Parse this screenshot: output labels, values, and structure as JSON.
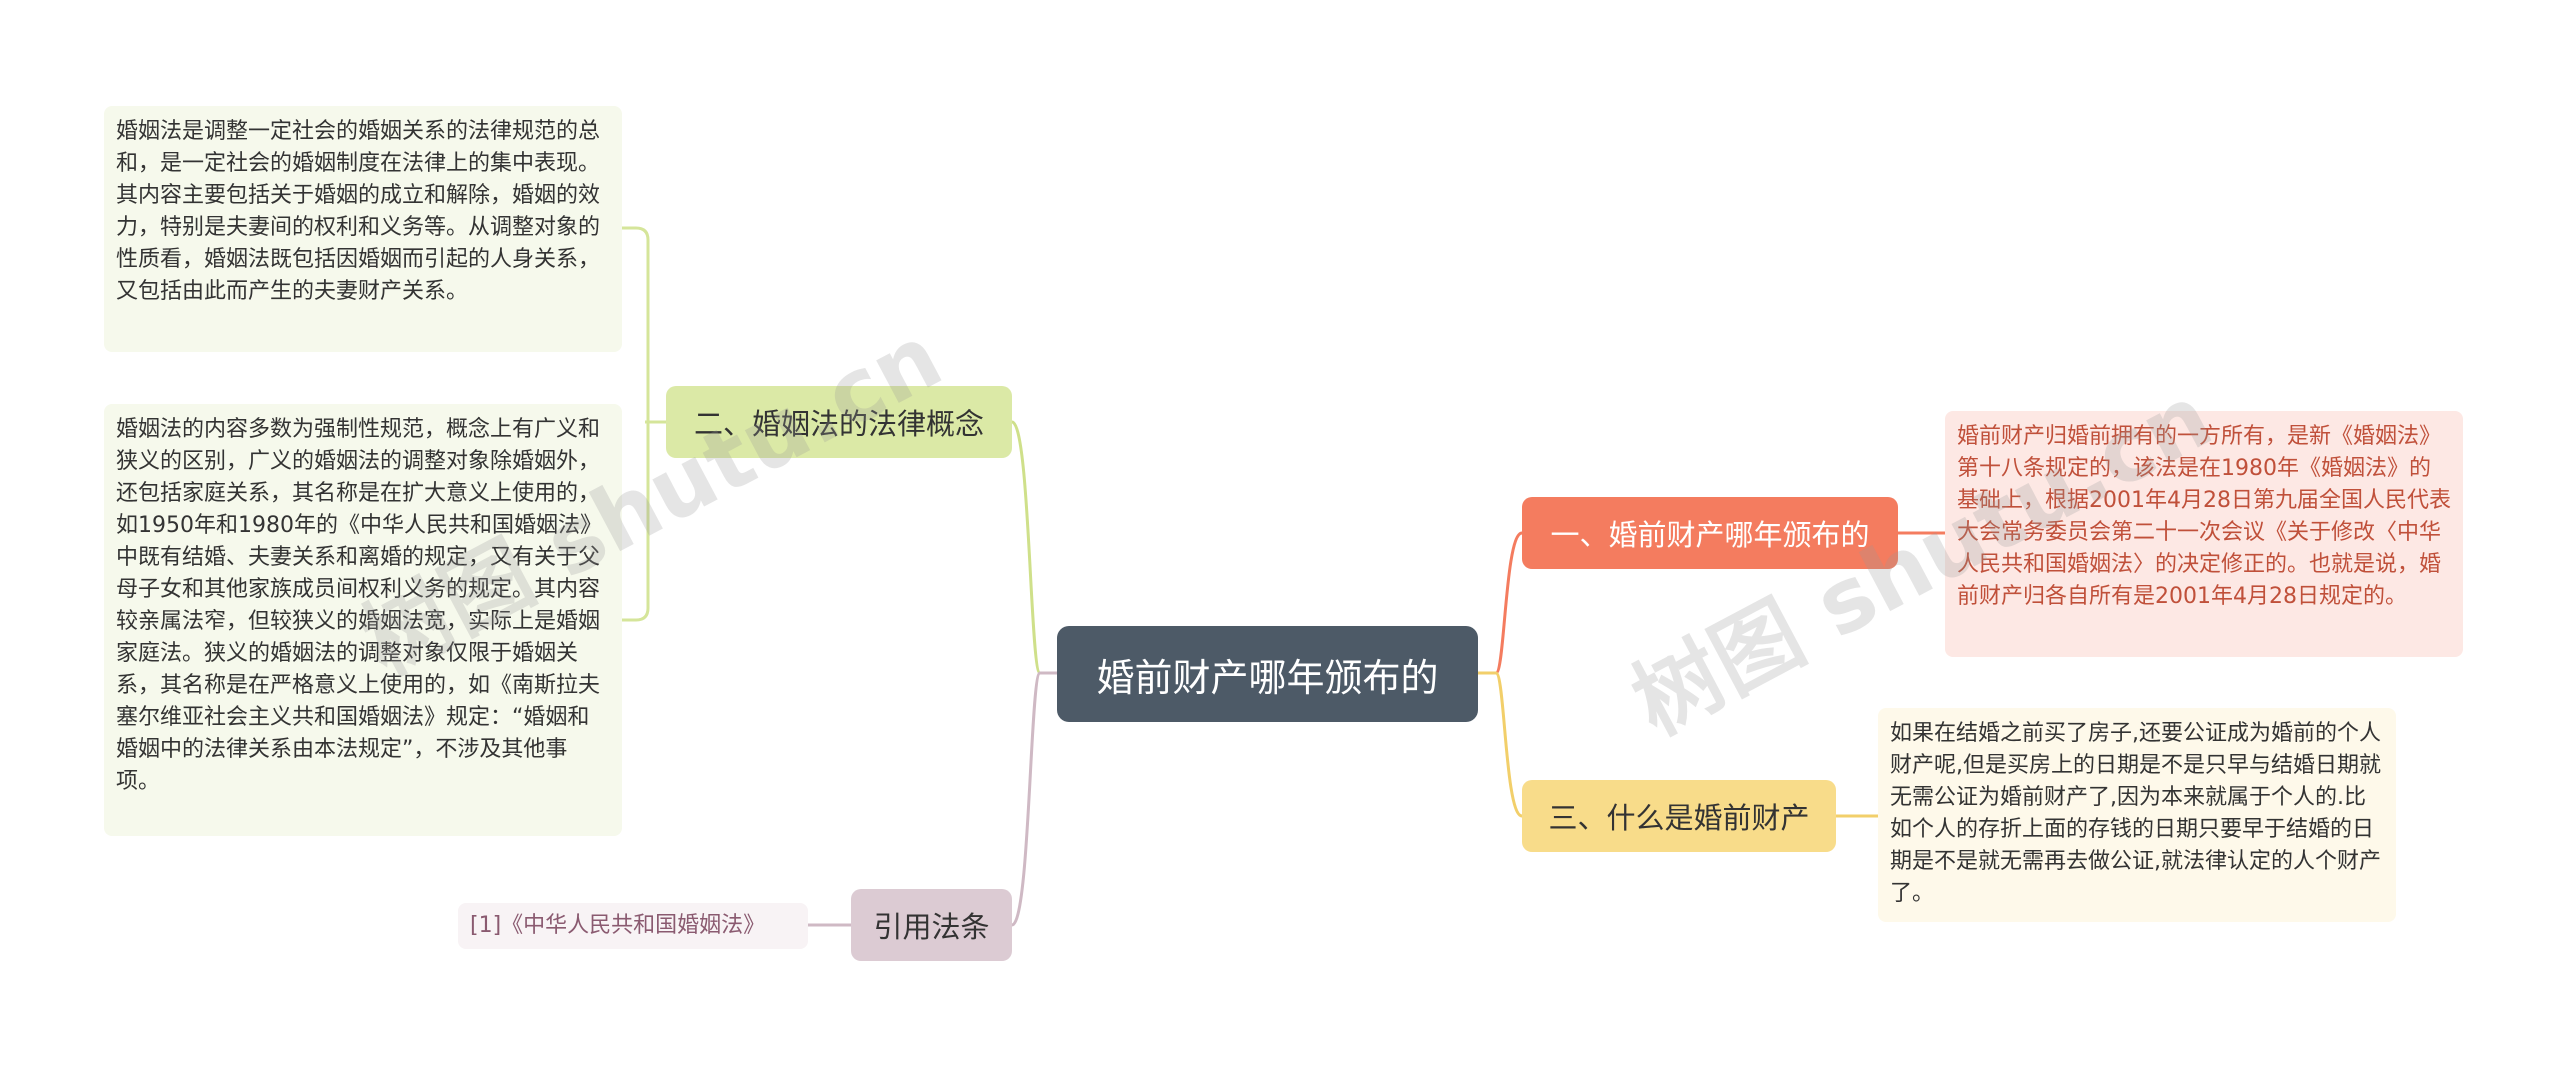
{
  "root": {
    "label": "婚前财产哪年颁布的"
  },
  "branches": {
    "b1": {
      "label": "一、婚前财产哪年颁布的",
      "leaf": "婚前财产归婚前拥有的一方所有，是新《婚姻法》第十八条规定的，该法是在1980年《婚姻法》的基础上，根据2001年4月28日第九届全国人民代表大会常务委员会第二十一次会议《关于修改〈中华人民共和国婚姻法〉的决定修正的。也就是说，婚前财产归各自所有是2001年4月28日规定的。"
    },
    "b2": {
      "label": "二、婚姻法的法律概念",
      "leaf1": "婚姻法是调整一定社会的婚姻关系的法律规范的总和，是一定社会的婚姻制度在法律上的集中表现。其内容主要包括关于婚姻的成立和解除，婚姻的效力，特别是夫妻间的权利和义务等。从调整对象的性质看，婚姻法既包括因婚姻而引起的人身关系，又包括由此而产生的夫妻财产关系。",
      "leaf2": "婚姻法的内容多数为强制性规范，概念上有广义和狭义的区别，广义的婚姻法的调整对象除婚姻外，还包括家庭关系，其名称是在扩大意义上使用的，如1950年和1980年的《中华人民共和国婚姻法》中既有结婚、夫妻关系和离婚的规定，又有关于父母子女和其他家族成员间权利义务的规定。其内容较亲属法窄，但较狭义的婚姻法宽，实际上是婚姻家庭法。狭义的婚姻法的调整对象仅限于婚姻关系，其名称是在严格意义上使用的，如《南斯拉夫塞尔维亚社会主义共和国婚姻法》规定：“婚姻和婚姻中的法律关系由本法规定”，不涉及其他事项。"
    },
    "b3": {
      "label": "三、什么是婚前财产",
      "leaf": "如果在结婚之前买了房子,还要公证成为婚前的个人财产呢,但是买房上的日期是不是只早与结婚日期就无需公证为婚前财产了,因为本来就属于个人的.比如个人的存折上面的存钱的日期只要早于结婚的日期是不是就无需再去做公证,就法律认定的人个财产了。"
    },
    "b4": {
      "label": "引用法条",
      "leaf": "[1]《中华人民共和国婚姻法》"
    }
  },
  "watermarks": [
    "树图 shutu.cn",
    "树图 shutu.cn"
  ],
  "colors": {
    "root_bg": "#4d5a67",
    "b1_bg": "#f47c5f",
    "b1_leaf_bg": "#fde8e4",
    "b1_leaf_text": "#c0503a",
    "b2_bg": "#dbe9a6",
    "b2_leaf_bg": "#f6f9ec",
    "b3_bg": "#f8dc8a",
    "b3_leaf_bg": "#fef9ea",
    "b4_bg": "#dccbd3",
    "b4_leaf_bg": "#f8f3f5",
    "b4_leaf_text": "#8a5a70"
  }
}
